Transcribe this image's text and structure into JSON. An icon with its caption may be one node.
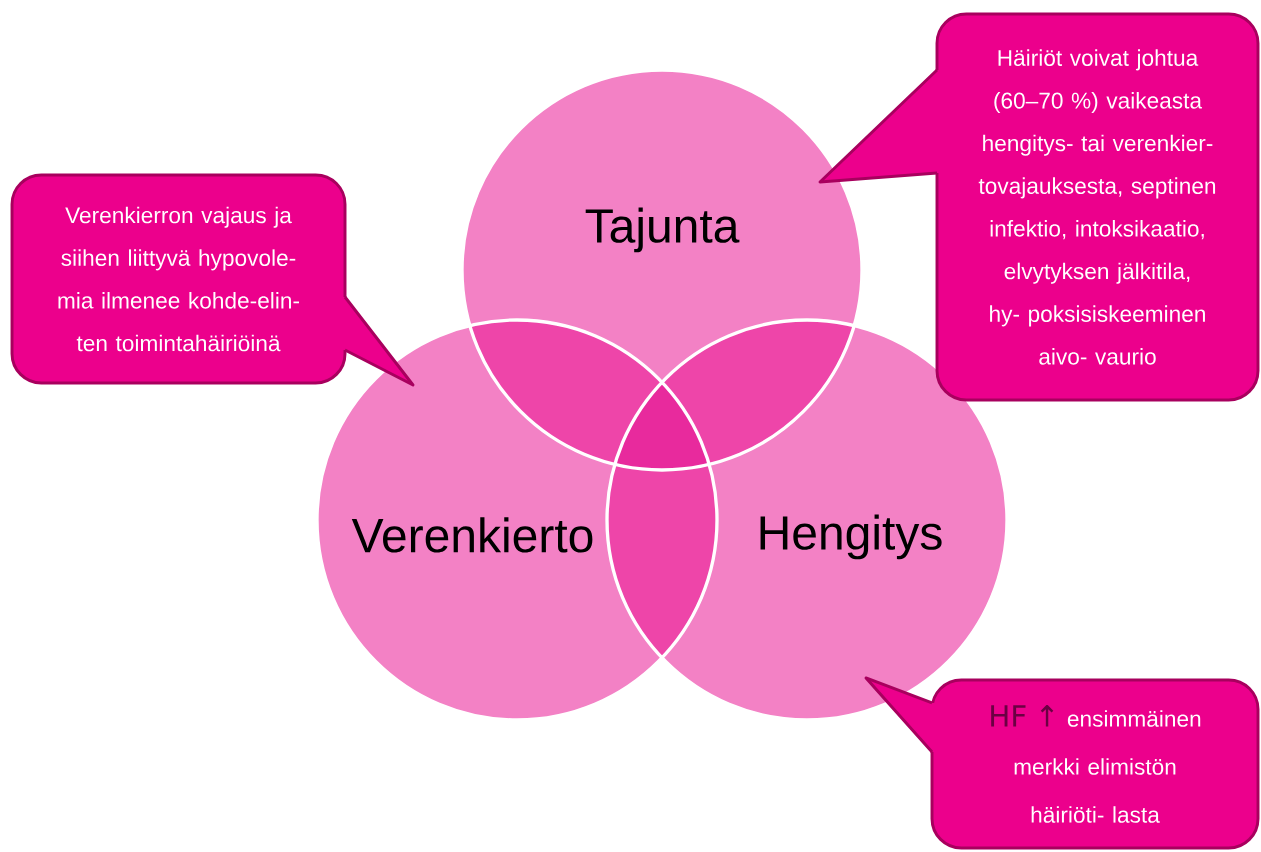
{
  "diagram": {
    "nodes": [
      {
        "text": [
          "Tajunta"
        ]
      },
      {
        "text": [
          "Verenkierto"
        ]
      },
      {
        "text": [
          "Hengitys"
        ]
      },
      {
        "text": [
          "Verenkierron vajaus ja siihen liittyvä hypovole- mia ilmenee kohde-elin- ten toimintahäiriöinä"
        ]
      },
      {
        "text": [
          "Häiriöt voivat johtua (60–70 %) vaikeasta hengitys- tai verenkier- tovajauksesta, septinen infektio, intoksikaatio, elvytyksen jälkitila, hy- poksisiskeeminen aivo- vaurio"
        ]
      },
      {
        "text": [
          "HF ↑",
          "ensimmäinen merkki elimistön häiriöti- lasta"
        ]
      }
    ]
  }
}
